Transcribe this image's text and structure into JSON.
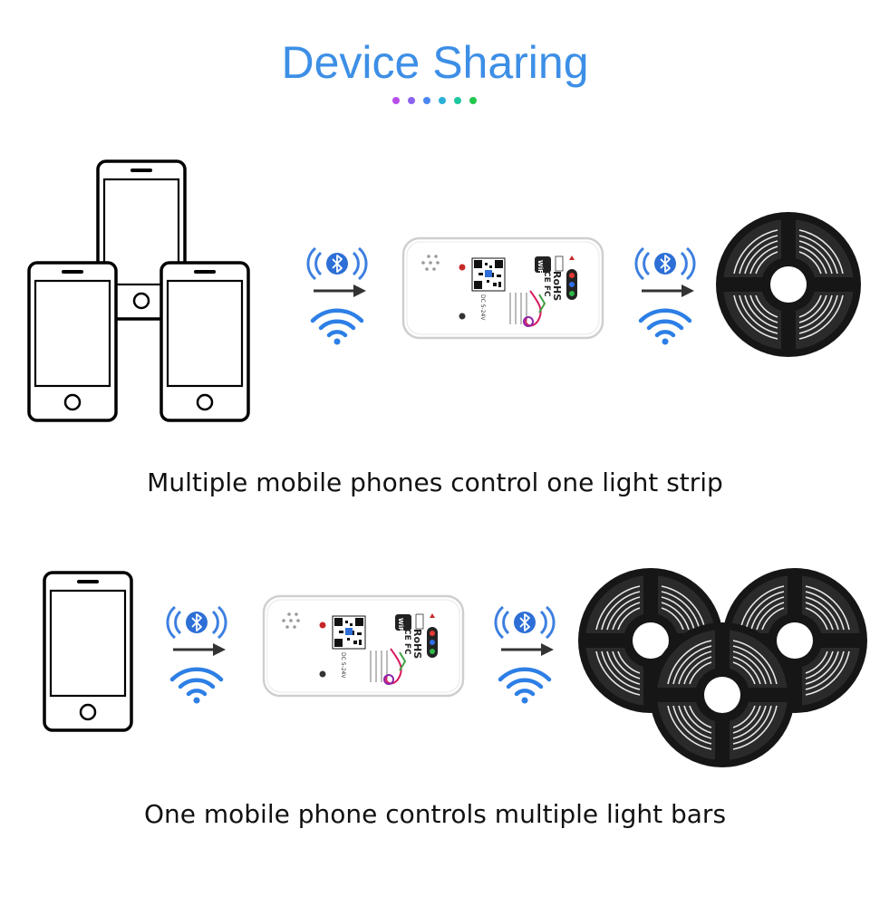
{
  "page": {
    "title": "Device Sharing",
    "accent_color": "#3d8fe6",
    "dot_colors": [
      "#b84de8",
      "#8a63ee",
      "#4a86f0",
      "#2bb0d8",
      "#1fc8a0",
      "#22c84e"
    ]
  },
  "sections": [
    {
      "caption": "Multiple mobile phones control one light strip",
      "phones": 3,
      "light_strips": 1
    },
    {
      "caption": "One mobile phone controls multiple light bars",
      "phones": 1,
      "light_strips": 3
    }
  ],
  "controller": {
    "wifi_badge": "WiFi",
    "rohs_label": "RoHS",
    "ce_fc_label": "CE FC",
    "voltage_label": "DC 5-24V",
    "status_light_colors": [
      "#e53935",
      "#2f6fe8",
      "#2fb84a"
    ]
  },
  "icons": {
    "bluetooth": "bluetooth-icon",
    "wifi": "wifi-icon",
    "arrow": "arrow-right-icon",
    "phone": "smartphone-icon",
    "reel": "led-strip-reel-icon"
  }
}
